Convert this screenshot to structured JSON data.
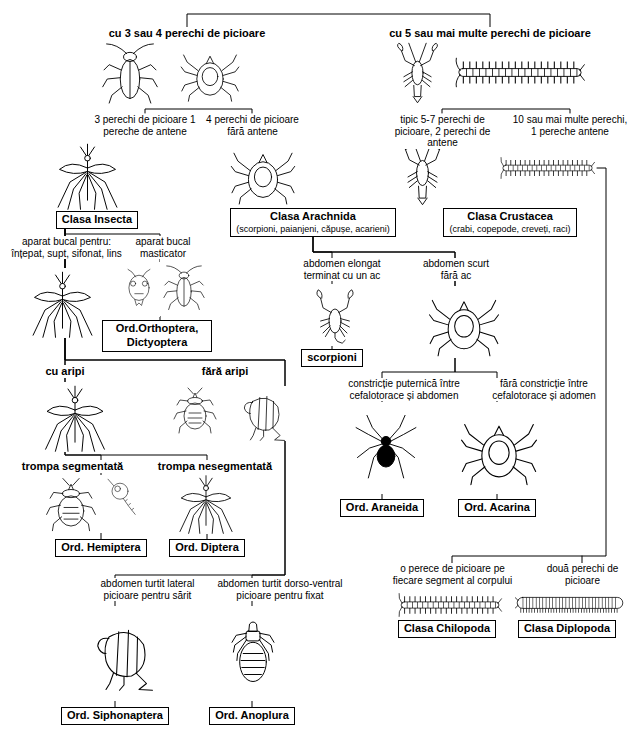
{
  "diagram": {
    "nodes": [
      {
        "text": [
          "Clasa Insecta"
        ]
      },
      {
        "text": [
          "Clasa Arachnida",
          "(scorpioni, paianjeni, căpușe, acarieni)"
        ]
      },
      {
        "text": [
          "Clasa Crustacea",
          "(crabi, copepode, creveți, raci)"
        ]
      },
      {
        "text": [
          "Ord.Orthoptera, Dictyoptera"
        ]
      },
      {
        "text": [
          "scorpioni"
        ]
      },
      {
        "text": [
          "Ord. Araneida"
        ]
      },
      {
        "text": [
          "Ord. Acarina"
        ]
      },
      {
        "text": [
          "Ord. Hemiptera"
        ]
      },
      {
        "text": [
          "Ord. Diptera"
        ]
      },
      {
        "text": [
          "Clasa Chilopoda"
        ]
      },
      {
        "text": [
          "Clasa Diplopoda"
        ]
      },
      {
        "text": [
          "Ord. Siphonaptera"
        ]
      },
      {
        "text": [
          "Ord. Anoplura"
        ]
      }
    ],
    "edges": [
      {
        "from": 0,
        "to": 3,
        "arrow": "none"
      },
      {
        "from": 0,
        "to": 7,
        "arrow": "none"
      },
      {
        "from": 0,
        "to": 8,
        "arrow": "none"
      },
      {
        "from": 0,
        "to": 11,
        "arrow": "none"
      },
      {
        "from": 0,
        "to": 12,
        "arrow": "none"
      },
      {
        "from": 1,
        "to": 4,
        "arrow": "none"
      },
      {
        "from": 1,
        "to": 5,
        "arrow": "none"
      },
      {
        "from": 1,
        "to": 6,
        "arrow": "none"
      }
    ],
    "labels": [
      "cu 3 sau 4 perechi de picioare",
      "cu 5 sau mai multe perechi de picioare",
      "3 perechi de picioare 1 pereche de antene",
      "4 perechi de picioare fără antene",
      "tipic 5-7 perechi de picioare, 2 perechi de antene",
      "10 sau mai multe perechi, 1 pereche antene",
      "aparat bucal pentru: înțepat, supt, sifonat, lins",
      "aparat bucal masticator",
      "abdomen elongat terminat cu un ac",
      "abdomen scurt fără ac",
      "cu aripi",
      "fără aripi",
      "constricție puternică între cefalotorace și abdomen",
      "fără constricție între cefalotorace și adomen",
      "trompa segmentată",
      "trompa nesegmentată",
      "o perece de picioare pe fiecare segment al corpului",
      "două perechi de picioare",
      "abdomen turtit lateral picioare pentru sărit",
      "abdomen turtit dorso-ventral picioare pentru fixat"
    ]
  }
}
